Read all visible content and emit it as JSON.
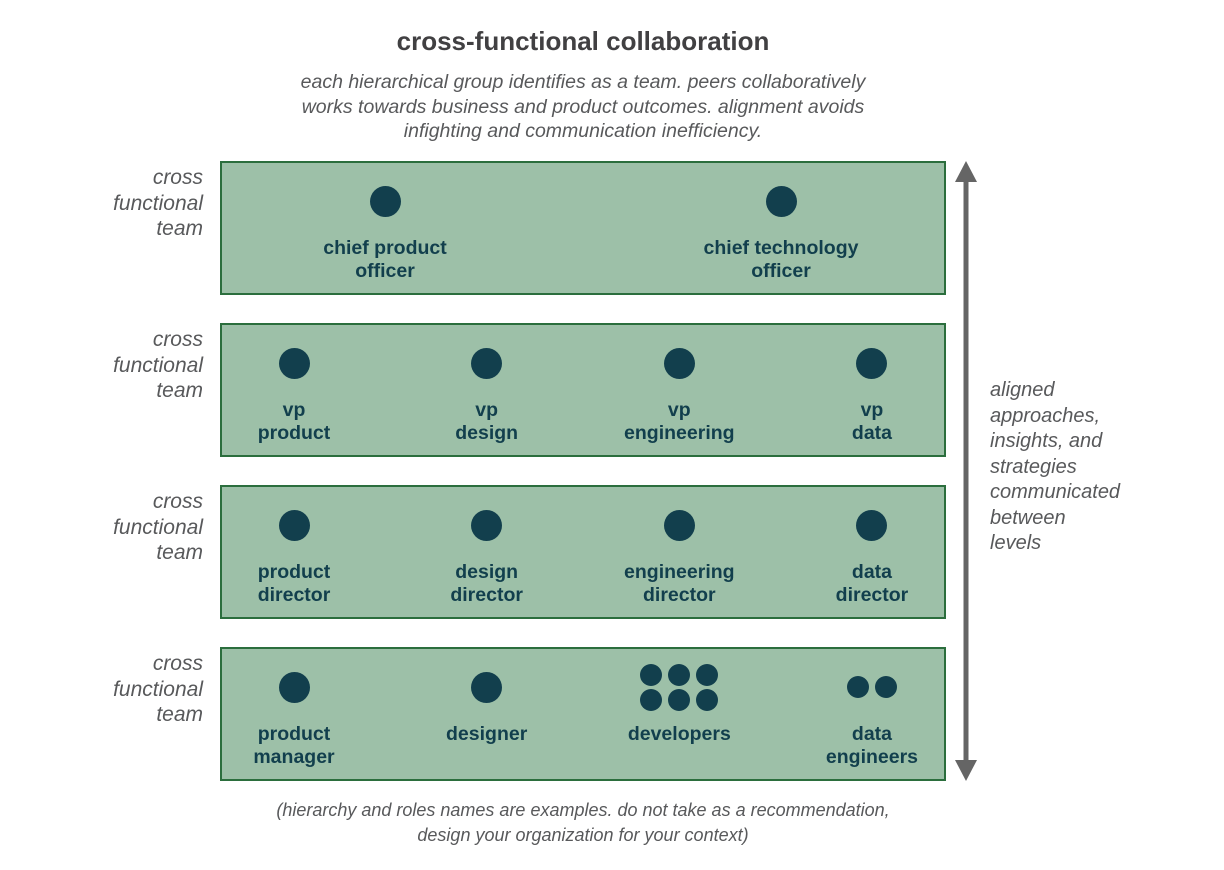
{
  "title": "cross-functional collaboration",
  "subtitle": "each hierarchical group identifies as a team. peers collaboratively\nworks towards business and product outcomes. alignment avoids\ninfighting and communication inefficiency.",
  "bands": [
    {
      "label": "cross\nfunctional\nteam",
      "members": [
        {
          "name": "chief product\nofficer",
          "dots": 1,
          "dot_size": "large"
        },
        {
          "name": "chief technology\nofficer",
          "dots": 1,
          "dot_size": "large"
        }
      ]
    },
    {
      "label": "cross\nfunctional\nteam",
      "members": [
        {
          "name": "vp\nproduct",
          "dots": 1,
          "dot_size": "large"
        },
        {
          "name": "vp\ndesign",
          "dots": 1,
          "dot_size": "large"
        },
        {
          "name": "vp\nengineering",
          "dots": 1,
          "dot_size": "large"
        },
        {
          "name": "vp\ndata",
          "dots": 1,
          "dot_size": "large"
        }
      ]
    },
    {
      "label": "cross\nfunctional\nteam",
      "members": [
        {
          "name": "product\ndirector",
          "dots": 1,
          "dot_size": "large"
        },
        {
          "name": "design\ndirector",
          "dots": 1,
          "dot_size": "large"
        },
        {
          "name": "engineering\ndirector",
          "dots": 1,
          "dot_size": "large"
        },
        {
          "name": "data\ndirector",
          "dots": 1,
          "dot_size": "large"
        }
      ]
    },
    {
      "label": "cross\nfunctional\nteam",
      "members": [
        {
          "name": "product\nmanager",
          "dots": 1,
          "dot_size": "large"
        },
        {
          "name": "designer",
          "dots": 1,
          "dot_size": "large"
        },
        {
          "name": "developers",
          "dots": 6,
          "dot_size": "small"
        },
        {
          "name": "data\nengineers",
          "dots": 2,
          "dot_size": "small"
        }
      ]
    }
  ],
  "arrow_annotation": "aligned\napproaches,\ninsights, and\nstrategies\ncommunicated\nbetween\nlevels",
  "caption": "(hierarchy and roles names are examples. do not take as a recommendation,\ndesign your organization for your context)",
  "colors": {
    "band-fill": "#9dc0a8",
    "band-border": "#2b6e3d",
    "dot-color": "#123f4d",
    "gray-text": "#58595b",
    "title-color": "#414042",
    "arrow-color": "#656565"
  }
}
